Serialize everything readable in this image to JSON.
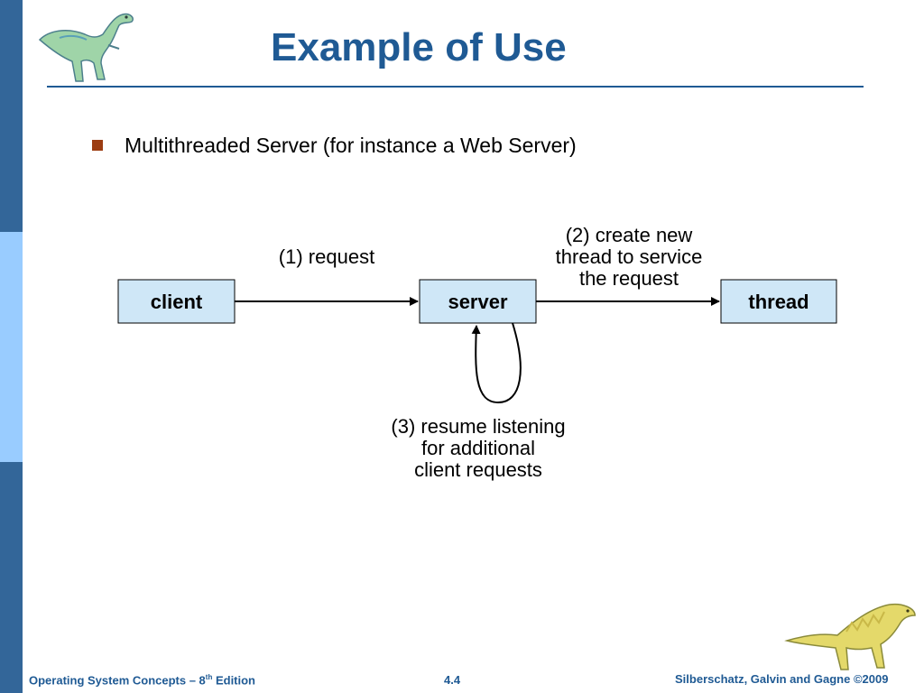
{
  "slide": {
    "title": "Example of Use",
    "bullet": "Multithreaded Server (for instance a Web Server)"
  },
  "diagram": {
    "nodes": {
      "client": "client",
      "server": "server",
      "thread": "thread"
    },
    "labels": {
      "request": "(1) request",
      "create": [
        "(2) create new",
        "thread to service",
        "the request"
      ],
      "resume": [
        "(3) resume listening",
        "for additional",
        "client requests"
      ]
    }
  },
  "footer": {
    "left_prefix": "Operating System Concepts – 8",
    "left_sup": "th",
    "left_suffix": " Edition",
    "page": "4.4",
    "right": "Silberschatz, Galvin and Gagne ©2009"
  },
  "colors": {
    "sidebar_dark": "#336699",
    "sidebar_light": "#99ccff",
    "title": "#1f5a94",
    "bullet": "#9c3d12",
    "node_fill": "#cfe7f7"
  }
}
